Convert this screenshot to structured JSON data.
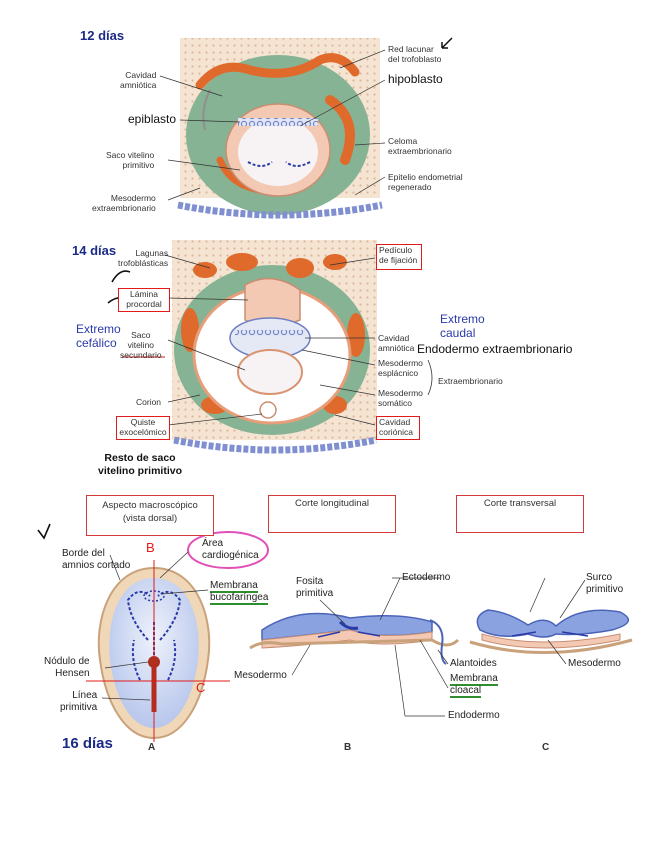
{
  "panel_12": {
    "title": "12 días",
    "labels": {
      "red_lacunar": "Red lacunar\ndel trofoblasto",
      "cavidad_amniotica": "Cavidad\namniótica",
      "hipoblasto": "hipoblasto",
      "epiblasto": "epiblasto",
      "celoma": "Celoma\nextraembrionario",
      "saco_vitelino": "Saco vitelino\nprimitivo",
      "epitelio": "Epitelio endometrial\nregenerado",
      "mesodermo": "Mesodermo\nextraembrionario"
    }
  },
  "panel_14": {
    "title": "14 días",
    "labels": {
      "lagunas": "Lagunas\ntrofoblásticas",
      "pediculo": "Pedículo\nde fijación",
      "lamina": "Lámina\nprocordal",
      "extremo_cefalico": "Extremo\ncefálico",
      "extremo_caudal": "Extremo\ncaudal",
      "saco_secundario": "Saco\nvitelino\nsecundario",
      "cavidad_amniotica": "Cavidad\namniótica",
      "endodermo_extra": "Endodermo extraembrionario",
      "mesodermo_esplacnico": "Mesodermo\nesplácnico",
      "extraembrionario": "Extraembrionario",
      "corion": "Corion",
      "mesodermo_somatico": "Mesodermo\nsomático",
      "quiste": "Quiste\nexocelómico",
      "cavidad_corionica": "Cavidad\ncoriónica",
      "resto": "Resto de saco\nvitelino primitivo"
    }
  },
  "panel_16": {
    "title": "16 días",
    "headers": {
      "macro": "Aspecto macroscópico\n(vista dorsal)",
      "longitudinal": "Corte longitudinal",
      "transversal": "Corte transversal"
    },
    "letters": {
      "A": "A",
      "B": "B",
      "C": "C",
      "red_B": "B",
      "red_C": "C"
    },
    "labels": {
      "borde": "Borde del\namnios cortado",
      "area": "Área\ncardiogénica",
      "membrana_buco": "Membrana\nbucofaríngea",
      "nodulo": "Nódulo de\nHensen",
      "linea": "Línea\nprimitiva",
      "fosita": "Fosita\nprimitiva",
      "ectodermo": "Ectodermo",
      "mesodermo_b": "Mesodermo",
      "alantoides": "Alantoides",
      "membrana_cloacal": "Membrana\ncloacal",
      "endodermo": "Endodermo",
      "surco": "Surco\nprimitivo",
      "mesodermo_c": "Mesodermo"
    }
  },
  "colors": {
    "trophoblast": "#f3dcc6",
    "green": "#86b393",
    "orange": "#e06a2c",
    "pink": "#f3c9b4",
    "blue": "#7f97d8",
    "title_blue": "#1a2a86",
    "red_annotation": "#e01b1b"
  }
}
